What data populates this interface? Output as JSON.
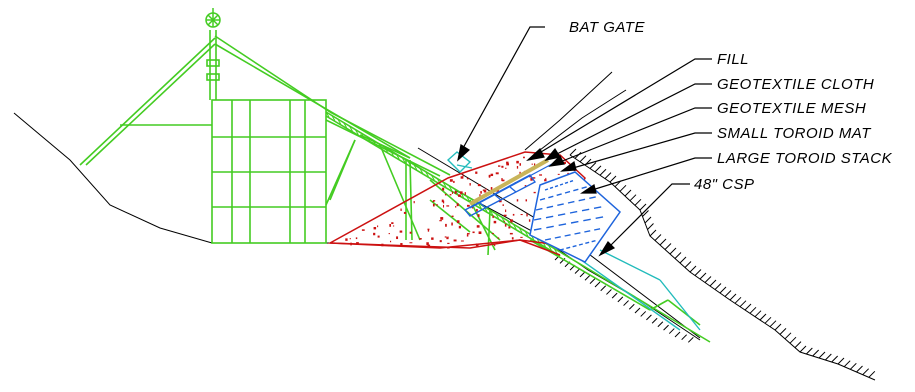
{
  "labels": {
    "bat_gate": "BAT GATE",
    "fill": "FILL",
    "geotextile_cloth": "GEOTEXTILE CLOTH",
    "geotextile_mesh": "GEOTEXTILE MESH",
    "small_toroid_mat": "SMALL TOROID MAT",
    "large_toroid_stack": "LARGE TOROID STACK",
    "csp_48": "48\" CSP"
  },
  "colors": {
    "headframe": "#44cc22",
    "fill_outline": "#cc1111",
    "fill_speckle": "#cc1111",
    "toroid": "#1e64dc",
    "gate": "#22bbbb",
    "ground": "#000000"
  }
}
